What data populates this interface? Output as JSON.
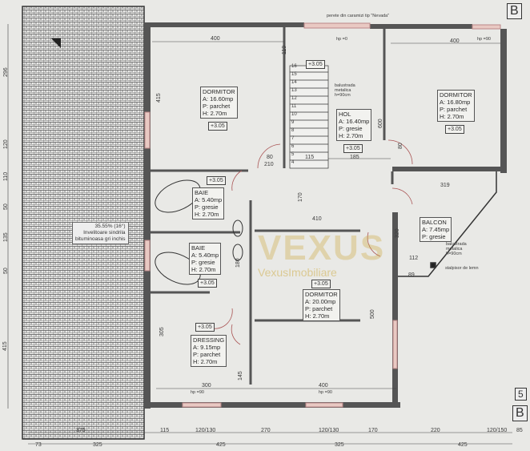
{
  "rooms": [
    {
      "name": "DORMITOR",
      "area": "A: 16.60mp",
      "floor": "P: parchet",
      "height": "H: 2.70m"
    },
    {
      "name": "HOL",
      "area": "A: 16.40mp",
      "floor": "P: gresie",
      "height": "H: 2.70m"
    },
    {
      "name": "DORMITOR",
      "area": "A: 16.80mp",
      "floor": "P: parchet",
      "height": "H: 2.70m"
    },
    {
      "name": "BAIE",
      "area": "A: 5.40mp",
      "floor": "P: gresie",
      "height": "H: 2.70m"
    },
    {
      "name": "BAIE",
      "area": "A: 5.40mp",
      "floor": "P: gresie",
      "height": "H: 2.70m"
    },
    {
      "name": "DORMITOR",
      "area": "A: 20.00mp",
      "floor": "P: parchet",
      "height": "H: 2.70m"
    },
    {
      "name": "DRESSING",
      "area": "A: 9.15mp",
      "floor": "P: parchet",
      "height": "H: 2.70m"
    },
    {
      "name": "BALCON",
      "area": "A: 7.45mp",
      "floor": "P: gresie"
    }
  ],
  "level_tag": "+3.05",
  "roof_note": {
    "slope": "35.55% (16°)",
    "line1": "Invelitoare sindrila",
    "line2": "bituminoasa gri inchis"
  },
  "annotations": {
    "top_wall": "perete din caramizi tip \"Nevada\"",
    "stair_rail": [
      "balustrada",
      "metalica",
      "h=90cm"
    ],
    "balcony_rail": [
      "balustrada",
      "metalica",
      "h=90cm"
    ],
    "post": "stalpisor de lemn",
    "hp0": "hp =0",
    "hp90": "hp =90"
  },
  "watermark": {
    "brand": "VEXUS",
    "text": "VexusImobiliare"
  },
  "axis_labels": {
    "top_right": "B",
    "bottom_num": "5",
    "bottom_letter": "B"
  },
  "stair_steps": [
    "16",
    "15",
    "14",
    "13",
    "12",
    "11",
    "10",
    "9",
    "8",
    "7",
    "6",
    "5",
    "4"
  ],
  "dims": {
    "top_left": "400",
    "top_right": "400",
    "d119": "119",
    "d415": "415",
    "d80": "80",
    "d210": "210",
    "d115": "115",
    "d185": "185",
    "d600": "600",
    "d80b": "80",
    "d170": "170",
    "d410": "410",
    "d319": "319",
    "d112": "112",
    "d89": "89",
    "d500": "500",
    "d305": "305",
    "d145": "145",
    "d180": "180",
    "d320": "320",
    "b300": "300",
    "b400": "400",
    "row1": [
      "375",
      "115",
      "120/130",
      "270",
      "120/130",
      "170",
      "220",
      "120/150",
      "85"
    ],
    "row2": [
      "73",
      "325",
      "425",
      "325",
      "425"
    ],
    "left": [
      "296",
      "120",
      "110",
      "50",
      "135",
      "50",
      "415"
    ]
  }
}
